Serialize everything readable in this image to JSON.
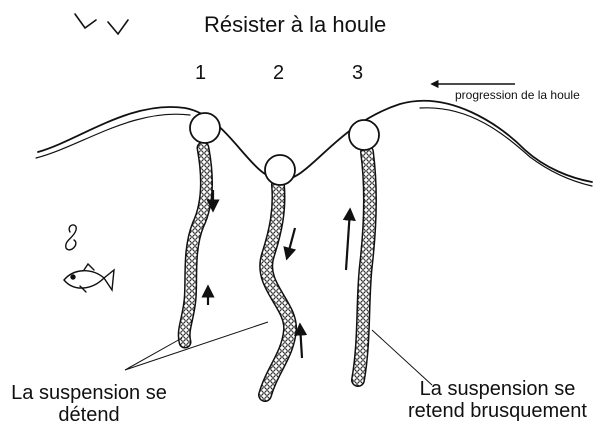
{
  "title": "Résister à la houle",
  "buoy_numbers": [
    "1",
    "2",
    "3"
  ],
  "wave_direction_label": "progression de la houle",
  "caption_left": "La suspension se détend",
  "caption_right": "La suspension se retend brusquement",
  "colors": {
    "ink": "#111111",
    "background": "#ffffff"
  },
  "icons": [
    "fish-icon",
    "bird-icon",
    "buoy-icon",
    "arrow-icon"
  ]
}
